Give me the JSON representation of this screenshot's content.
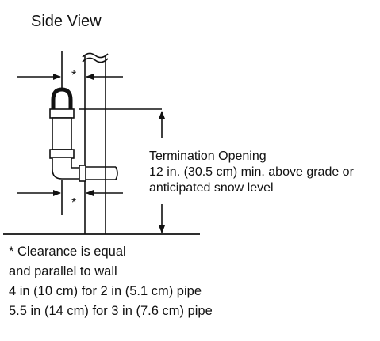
{
  "diagram": {
    "title": "Side View",
    "asterisk_mark": "*",
    "termination": {
      "lines": [
        "Termination Opening",
        "12 in. (30.5 cm) min. above  grade or",
        "anticipated snow level"
      ]
    },
    "notes": {
      "lines": [
        "* Clearance is equal",
        "and parallel to wall",
        "4 in (10 cm) for 2 in (5.1 cm) pipe",
        "5.5 in (14 cm) for 3 in (7.6 cm) pipe"
      ]
    }
  }
}
